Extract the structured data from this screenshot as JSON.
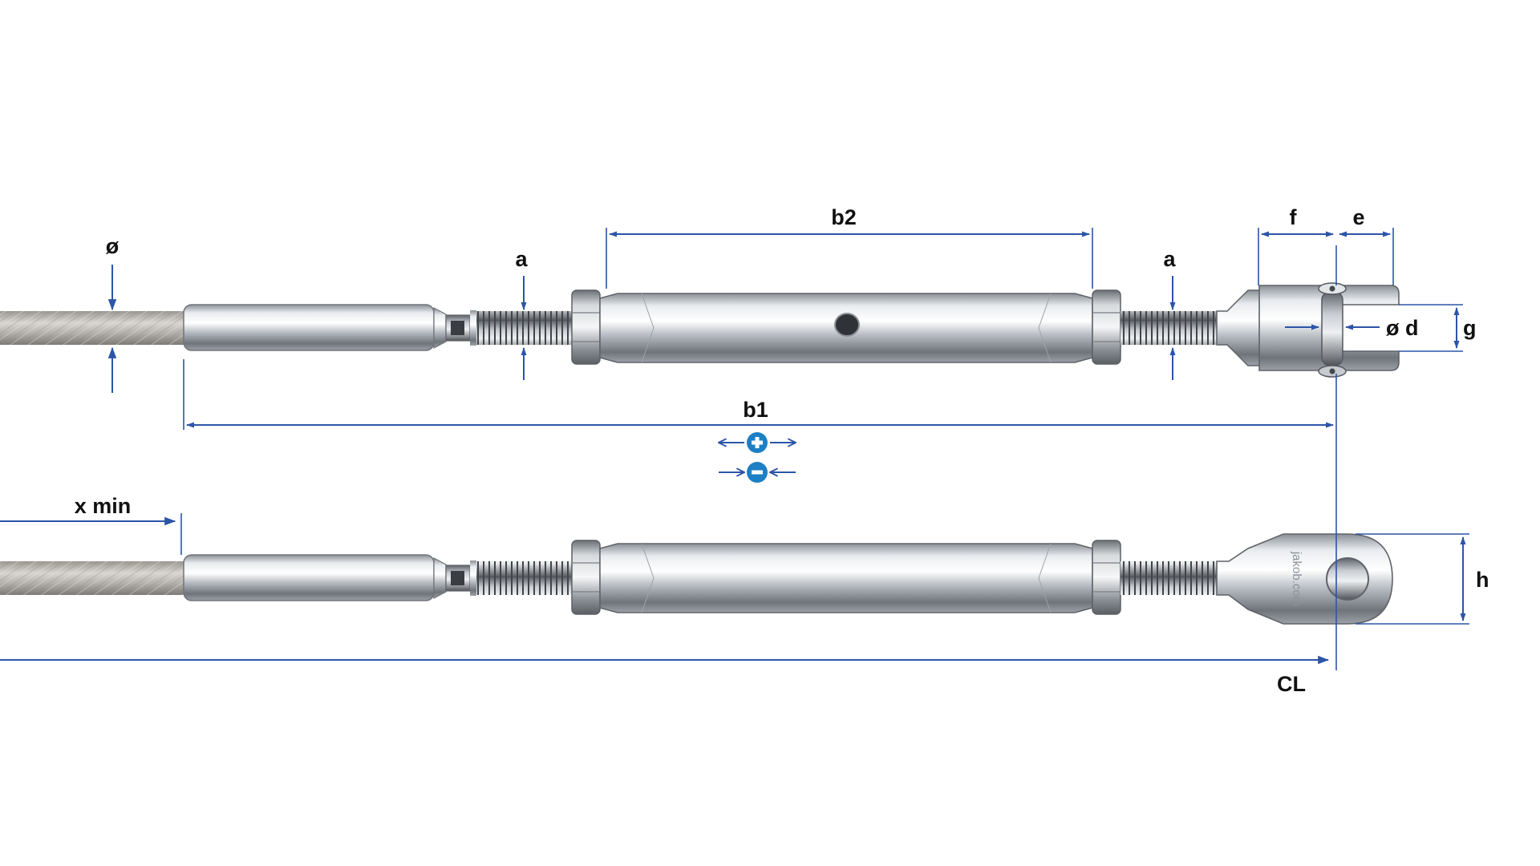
{
  "labels": {
    "diameter": "ø",
    "a_left": "a",
    "a_right": "a",
    "b2": "b2",
    "b1": "b1",
    "f": "f",
    "e": "e",
    "pin_diameter": "ø d",
    "g": "g",
    "x_min": "x min",
    "h": "h",
    "cl": "CL"
  },
  "watermark": "jakob.com",
  "colors": {
    "dimension_line": "#2c55a8",
    "adjust_symbol": "#1d7fc4",
    "label_text": "#111111",
    "metal_dark": "#6f747a",
    "metal_light": "#f1f3f5"
  },
  "icons": {
    "extend": "plus-circle-icon",
    "retract": "minus-circle-icon"
  }
}
